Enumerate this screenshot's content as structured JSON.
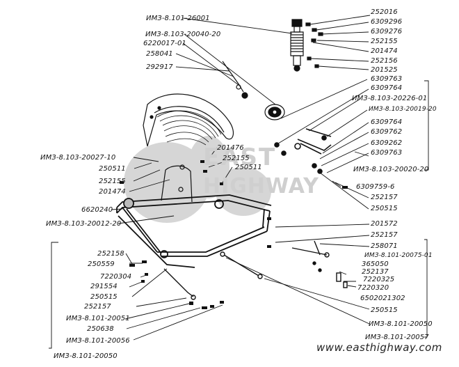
{
  "watermark": {
    "line1": "EAST",
    "line2": "HIGHWAY",
    "website": "www.easthighway.com"
  },
  "labels": {
    "r0": "252016",
    "r1": "6309296",
    "r2": "6309276",
    "r3": "252155",
    "r4": "201474",
    "r5": "252156",
    "r6": "201525",
    "r7": "6309763",
    "r8": "6309764",
    "r9": "ИМЗ-8.103-20226-01",
    "r10": "ИМЗ-8.103-20019-20",
    "r11": "6309764",
    "r12": "6309762",
    "r13": "6309262",
    "r14": "6309763",
    "r15": "ИМЗ-8.103-20020-20",
    "r16": "6309759-6",
    "r17": "252157",
    "r18": "250515",
    "r19": "201572",
    "r20": "252157",
    "r21": "258071",
    "r22": "ИМЗ-8.101-20075-01",
    "r23": "365050",
    "r24": "252137",
    "r25": "7220325",
    "r26": "7220320",
    "r27": "6502021302",
    "r28": "250515",
    "r29": "ИМЗ-8.101-20050",
    "r30": "ИМЗ-8.101-20057",
    "t0": "ИМЗ-8.101-26001",
    "t1": "ИМЗ-8.103-20040-20",
    "t2": "6220017-01",
    "t3": "258041",
    "t4": "292917",
    "m0": "ИМЗ-8.103-20027-10",
    "m1": "250511",
    "m2": "252155",
    "m3": "201474",
    "m4": "6620240",
    "m5": "ИМЗ-8.103-20012-20",
    "m6": "201476",
    "m7": "252155",
    "m8": "250511",
    "b0": "252158",
    "b1": "250559",
    "b2": "7220304",
    "b3": "291554",
    "b4": "250515",
    "b5": "252157",
    "b6": "ИМЗ-8.101-20051",
    "b7": "250638",
    "b8": "ИМЗ-8.101-20056",
    "b9": "ИМЗ-8.101-20050"
  }
}
